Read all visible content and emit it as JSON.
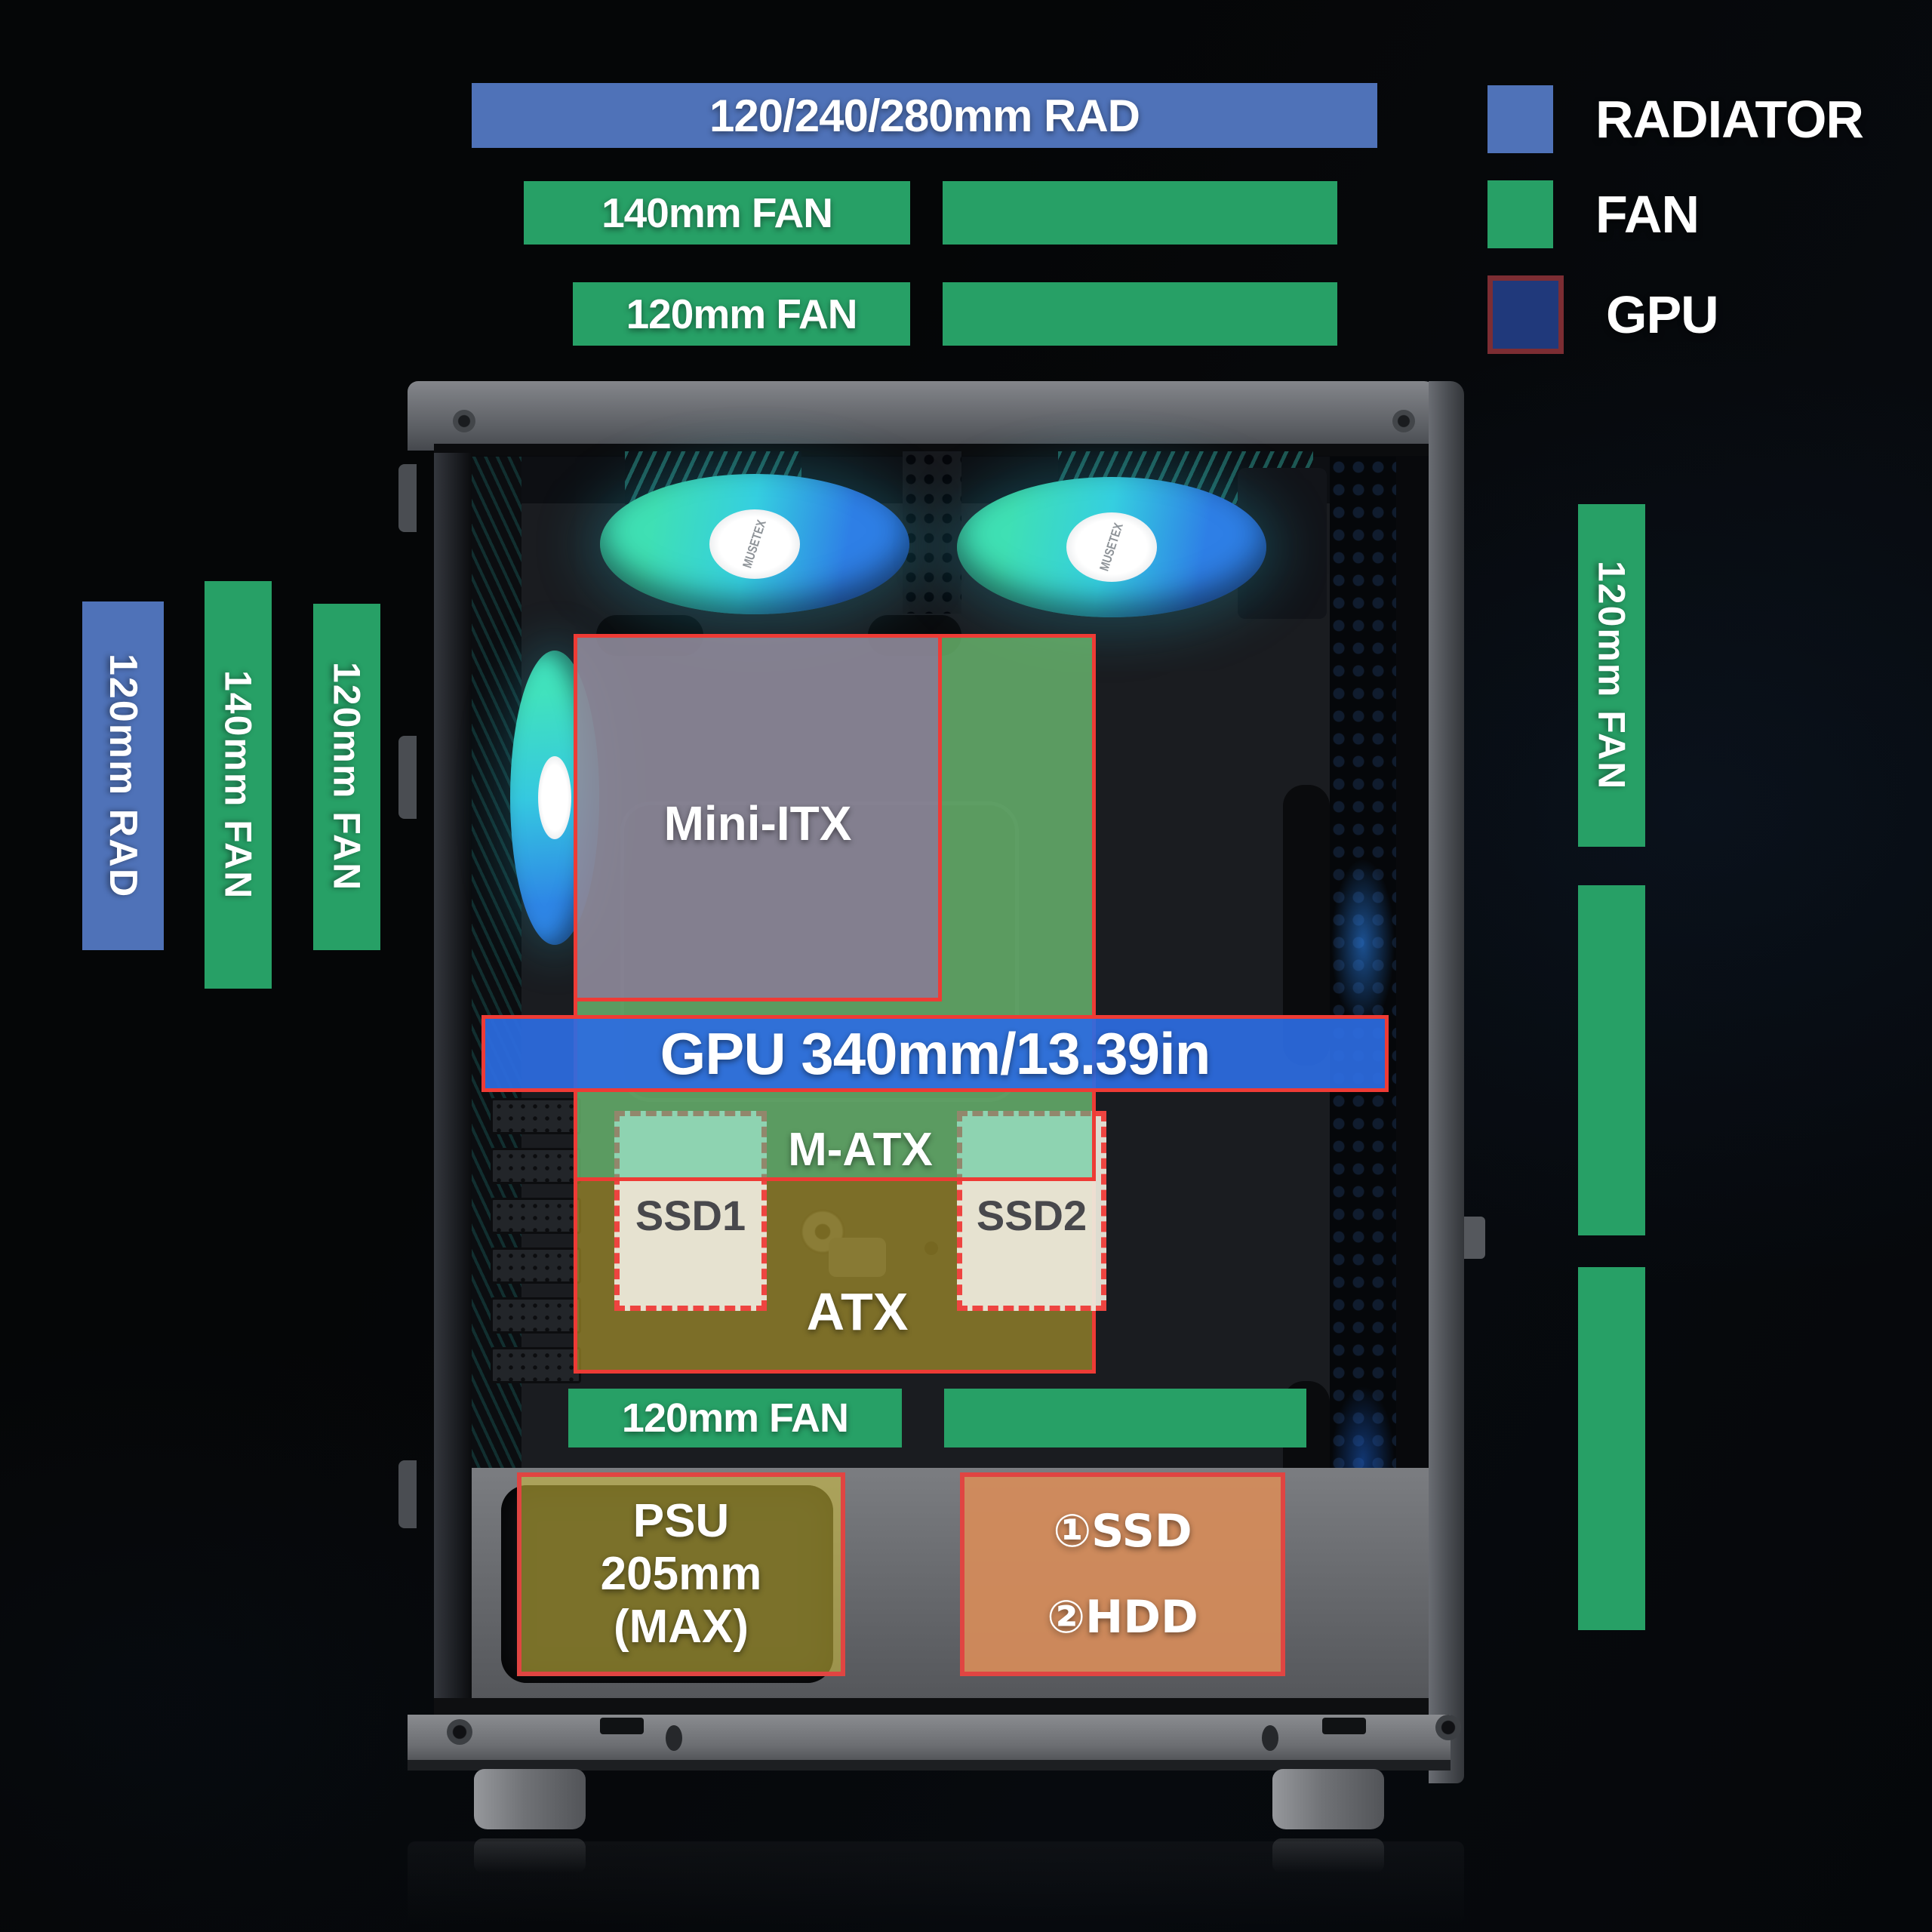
{
  "colors": {
    "radiator_blue": "#4f72b8",
    "fan_green": "#27a066",
    "gpu_legend_navy": "#20397b",
    "gpu_legend_border_maroon": "#7c2d33",
    "gpu_clearance_blue": "#2c6ce2",
    "highlight_red_border": "#ee3b35",
    "mini_itx_purple": "#ac64be",
    "matx_teal_green": "#3ec696",
    "atx_yellow": "#cdb230",
    "ssd_slot_cream": "#eeebde",
    "psu_yellow": "#d6c23e",
    "drive_bay_orange": "#d68c5a",
    "fan_glow_cyan": "#35cfe0"
  },
  "top_annotations": {
    "radiator": "120/240/280mm RAD",
    "fan_140": "140mm FAN",
    "fan_120": "120mm FAN"
  },
  "legend": {
    "items": [
      {
        "label": "RADIATOR"
      },
      {
        "label": "FAN"
      },
      {
        "label": "GPU"
      }
    ]
  },
  "left_annotations": {
    "radiator": "120mm RAD",
    "fan_140": "140mm FAN",
    "fan_120": "120mm FAN"
  },
  "right_annotations": {
    "fan_120": "120mm FAN"
  },
  "case_annotations": {
    "mini_itx": "Mini-ITX",
    "gpu_clearance": "GPU 340mm/13.39in",
    "m_atx": "M-ATX",
    "ssd1": "SSD1",
    "ssd2": "SSD2",
    "atx": "ATX",
    "bottom_fan": "120mm FAN",
    "psu_line1": "PSU",
    "psu_line2": "205mm",
    "psu_line3": "(MAX)",
    "drive_line1": "①SSD",
    "drive_line2": "②HDD"
  },
  "case": {
    "fan_hub_brand": "MUSETEX"
  }
}
